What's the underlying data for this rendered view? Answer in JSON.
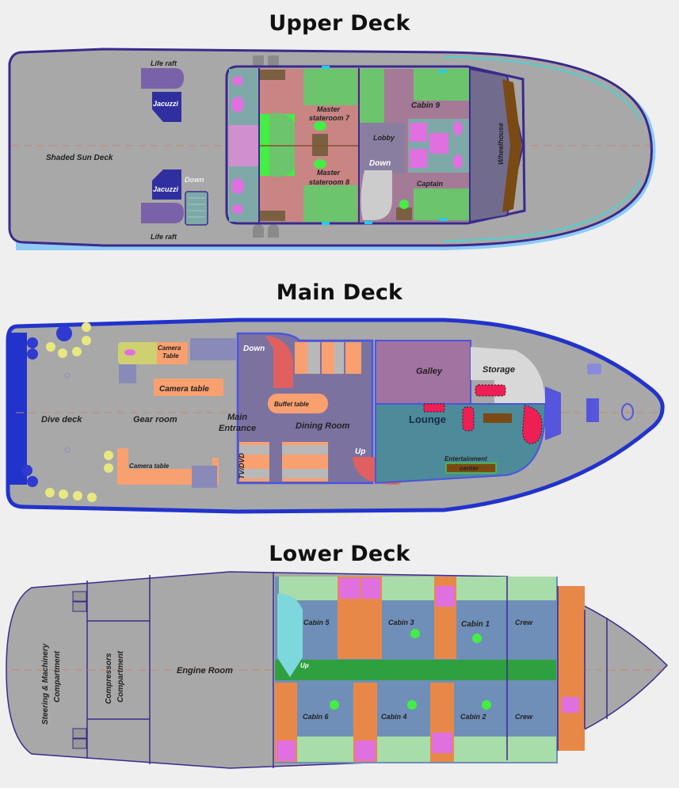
{
  "decks": {
    "upper": {
      "title": "Upper Deck",
      "labels": {
        "life_raft_top": "Life raft",
        "life_raft_bottom": "Life raft",
        "jacuzzi_top": "Jacuzzi",
        "jacuzzi_bottom": "Jacuzzi",
        "sun_deck": "Shaded Sun Deck",
        "down_stair": "Down",
        "master7_line1": "Master",
        "master7_line2": "stateroom 7",
        "master8_line1": "Master",
        "master8_line2": "stateroom 8",
        "lobby": "Lobby",
        "down_lobby": "Down",
        "cabin9": "Cabin 9",
        "captain": "Captain",
        "wheelhouse": "Wheelhouse"
      }
    },
    "main": {
      "title": "Main Deck",
      "labels": {
        "camera_table_small_1": "Camera",
        "camera_table_small_2": "Table",
        "camera_table_mid": "Camera table",
        "camera_table_bottom": "Camera table",
        "dive_deck": "Dive deck",
        "gear_room": "Gear room",
        "main_entrance_1": "Main",
        "main_entrance_2": "Entrance",
        "tv_dvd": "TV/DVD",
        "down": "Down",
        "buffet_table": "Buffet table",
        "dining_room": "Dining Room",
        "up": "Up",
        "galley": "Galley",
        "storage": "Storage",
        "lounge": "Lounge",
        "entertainment_1": "Entertainment",
        "entertainment_2": "center"
      }
    },
    "lower": {
      "title": "Lower Deck",
      "labels": {
        "steering_1": "Steering & Machinery",
        "steering_2": "Compartment",
        "compressors_1": "Compressors",
        "compressors_2": "Compartment",
        "engine_room": "Engine Room",
        "up": "Up",
        "cabin5": "Cabin 5",
        "cabin3": "Cabin 3",
        "cabin1": "Cabin 1",
        "crew_top": "Crew",
        "cabin6": "Cabin 6",
        "cabin4": "Cabin 4",
        "cabin2": "Cabin 2",
        "crew_bottom": "Crew"
      }
    }
  },
  "colors": {
    "deck_gray": "#a8a8a8",
    "hull_outline": "#3a2a8c",
    "hull_blue": "#2233cc",
    "water_glow": "#8ecbf5",
    "master_room": "#c98484",
    "bed_green": "#6cc46c",
    "bright_green": "#44ee44",
    "bath_teal": "#7fa9a8",
    "bath_pink": "#e070e0",
    "lobby_purple": "#8a7ea0",
    "cabin_mauve": "#a47a96",
    "wheelhouse": "#716c8e",
    "console_brown": "#7a4a14",
    "jacuzzi": "#2f2fa0",
    "raft": "#7a62a8",
    "dining": "#7c72a0",
    "orange": "#f8a070",
    "galley": "#a073a0",
    "lounge": "#4d8a9a",
    "sofa_red": "#ee1f55",
    "lower_cabin": "#6f8fb8",
    "lower_bed": "#a8dca8",
    "bath_orange": "#e88848",
    "corridor": "#2fa040",
    "stair_cyan": "#7cd8dc"
  }
}
